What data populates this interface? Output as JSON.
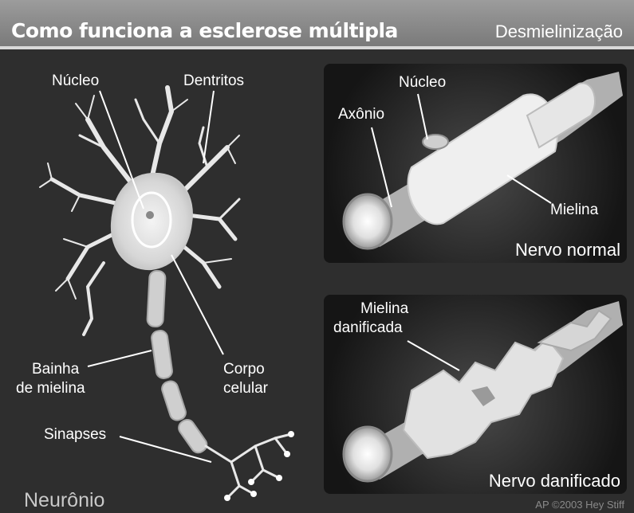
{
  "header": {
    "title": "Como funciona a esclerose múltipla",
    "section": "Desmielinização"
  },
  "neuron": {
    "caption": "Neurônio",
    "labels": {
      "nucleo": "Núcleo",
      "dentritos": "Dentritos",
      "bainha_line1": "Bainha",
      "bainha_line2": "de mielina",
      "corpo_line1": "Corpo",
      "corpo_line2": "celular",
      "sinapses": "Sinapses"
    }
  },
  "normal_panel": {
    "caption": "Nervo normal",
    "labels": {
      "nucleo": "Núcleo",
      "axonio": "Axônio",
      "mielina": "Mielina"
    }
  },
  "damaged_panel": {
    "caption": "Nervo danificado",
    "labels": {
      "mielina_line1": "Mielina",
      "mielina_line2": "danificada"
    }
  },
  "credit": "AP ©2003 Hey Stiff"
}
